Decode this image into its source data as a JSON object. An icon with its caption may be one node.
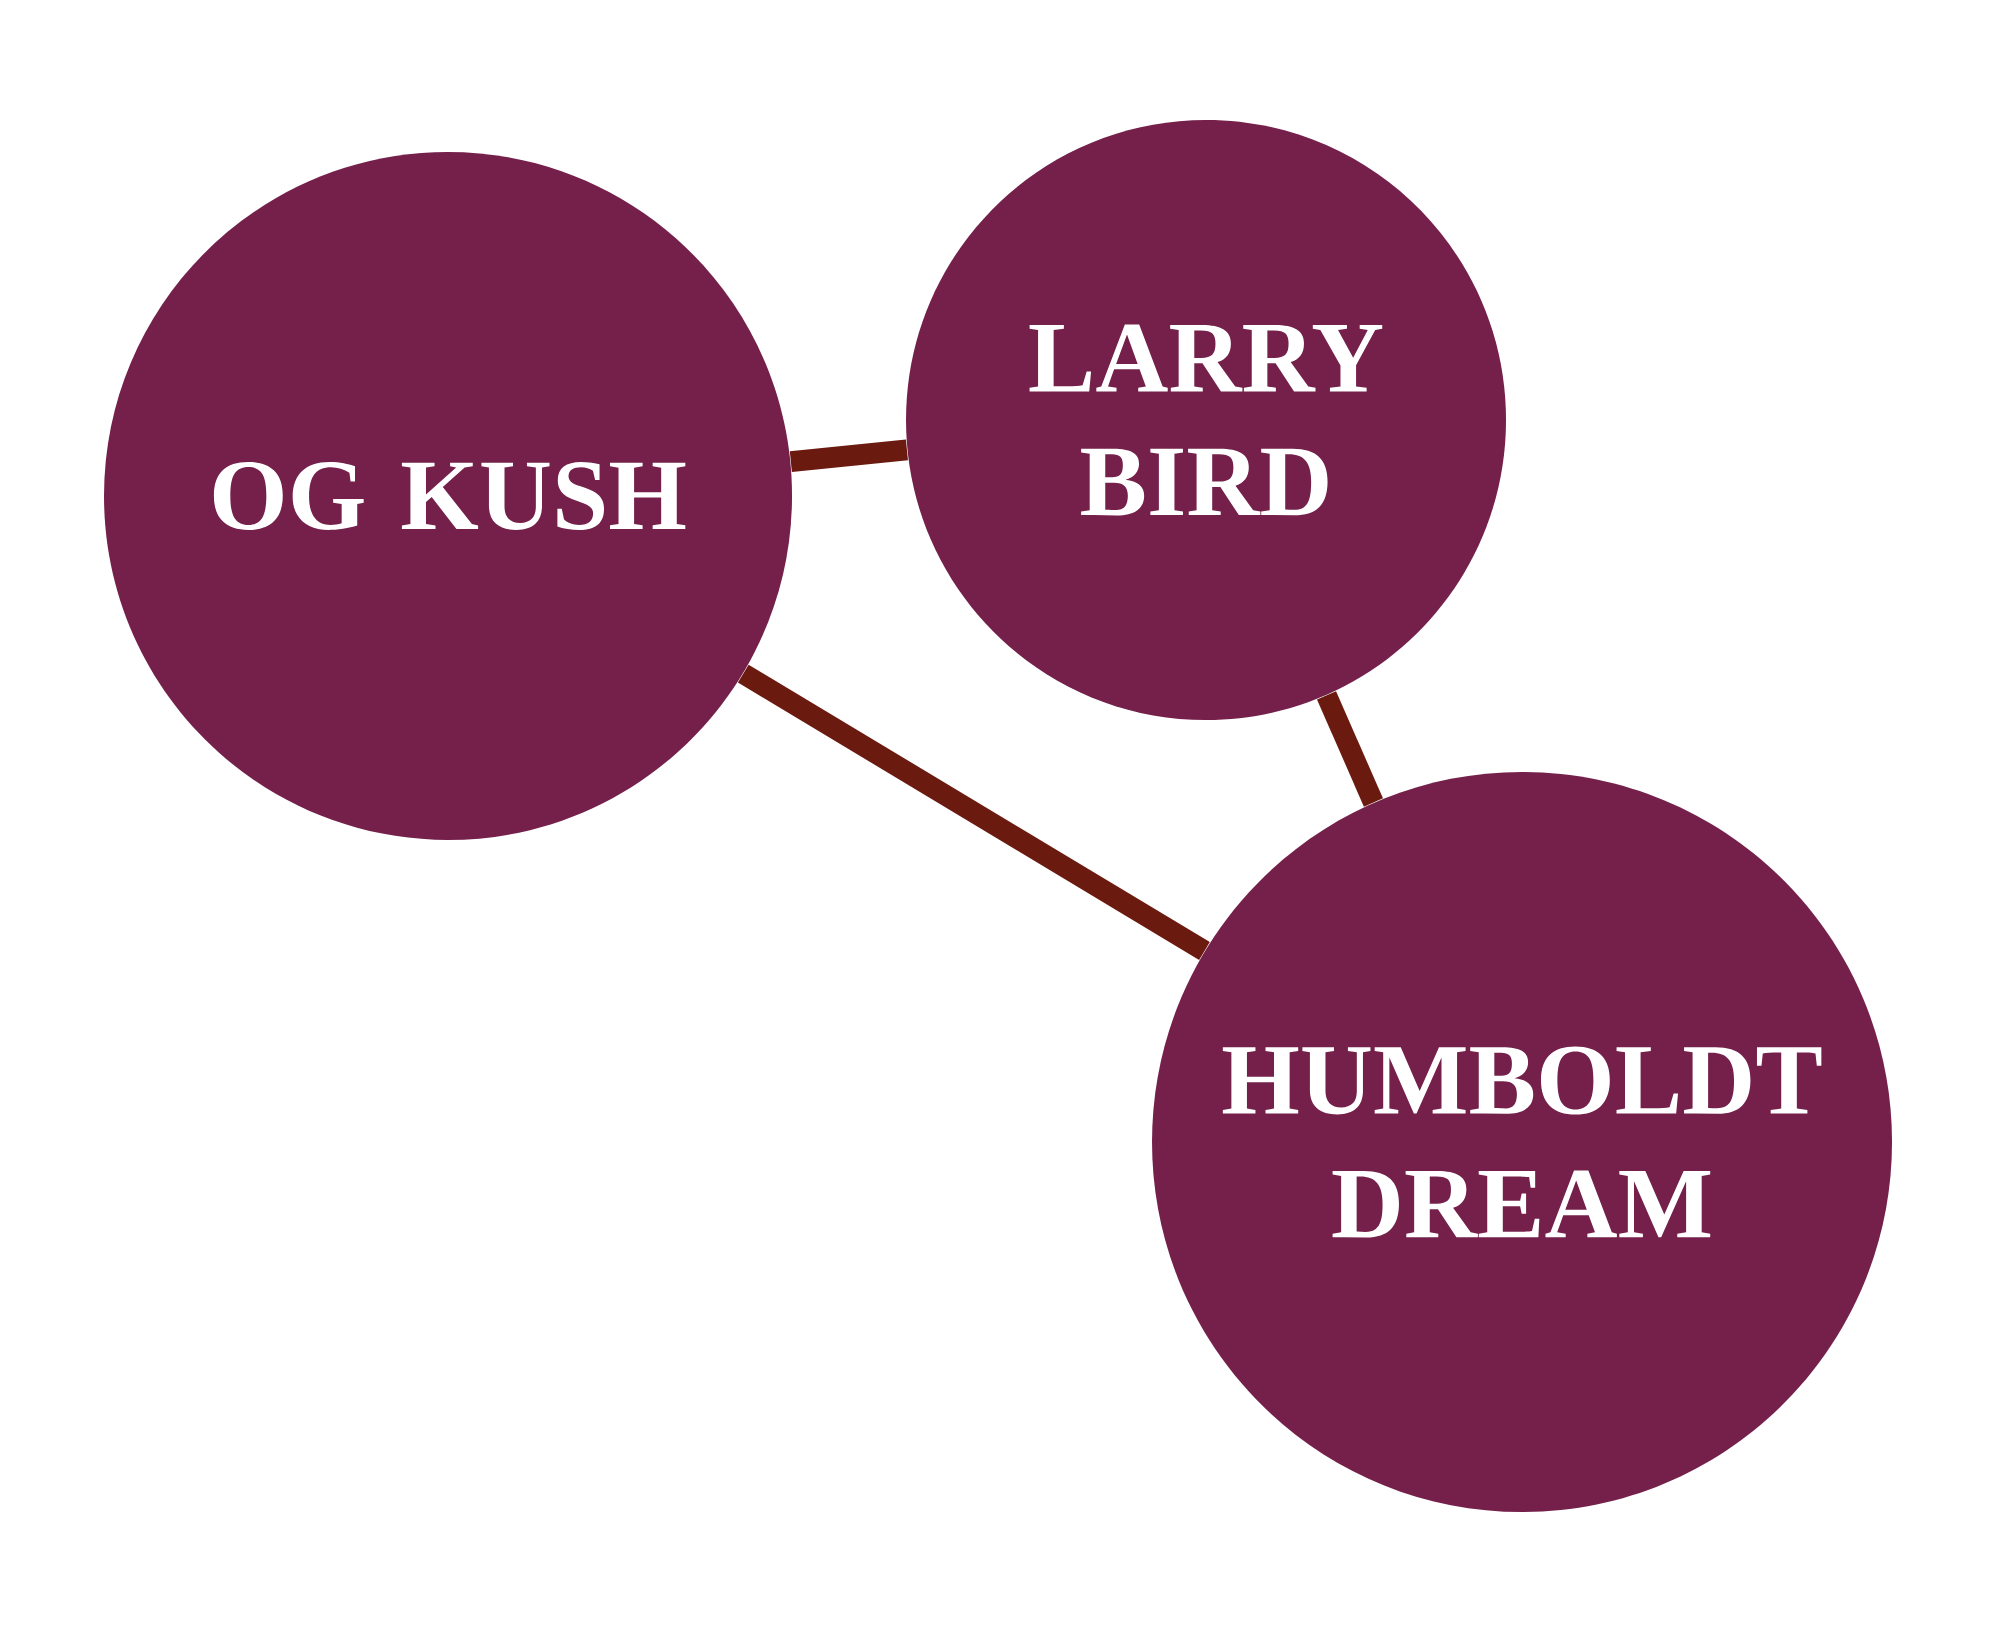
{
  "diagram": {
    "nodes": [
      {
        "text": [
          "OG KUSH"
        ]
      },
      {
        "text": [
          "LARRY BIRD"
        ]
      },
      {
        "text": [
          "HUMBOLDT DREAM"
        ]
      }
    ],
    "edges": [
      {
        "from": 0,
        "to": 1,
        "arrow": "none"
      },
      {
        "from": 1,
        "to": 2,
        "arrow": "none"
      },
      {
        "from": 0,
        "to": 2,
        "arrow": "none"
      }
    ]
  }
}
